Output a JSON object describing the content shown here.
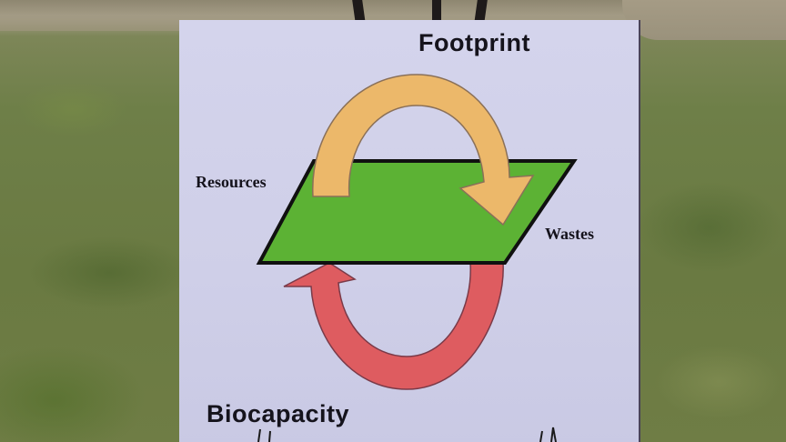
{
  "scene": {
    "description": "Poster board on an easel in a grassy field showing an ecological footprint diagram",
    "background": "grass-field",
    "colors": {
      "board": "#d2d2ea",
      "grass": "#6b7a48",
      "path": "#a39a84",
      "plane_fill": "#5cb234",
      "top_arrow_fill": "#ecb86a",
      "bottom_arrow_fill": "#de5c60",
      "text": "#15131c"
    }
  },
  "poster": {
    "title_top": "Footprint",
    "title_bottom": "Biocapacity",
    "left_label": "Resources",
    "right_label": "Wastes",
    "shapes": {
      "plane": "green-parallelogram",
      "top_arrow": "orange-curved-arrow-clockwise",
      "bottom_arrow": "red-curved-arrow-returning"
    }
  }
}
